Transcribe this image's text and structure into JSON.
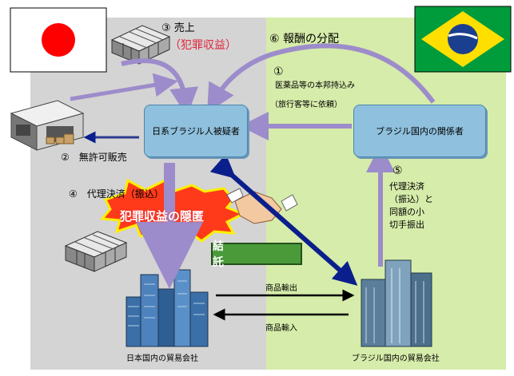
{
  "steps": {
    "step1_num": "①",
    "step1_line1": "医薬品等の本邦持込み",
    "step1_line2": "（旅行客等に依頼）",
    "step2": "②　無許可販売",
    "step3_title": "③ 売上",
    "step3_sub": "（犯罪収益）",
    "step4": "④　代理決済（振込）",
    "step5_num": "⑤",
    "step5_lines": [
      "代理決済",
      "（振込）と",
      "同額の小",
      "切手振出"
    ],
    "step6": "⑥ 報酬の分配"
  },
  "boxes": {
    "suspect": "日系ブラジル人被疑者",
    "brazil_party": "ブラジル国内の関係者"
  },
  "labels": {
    "concealment": "犯罪収益の隠匿",
    "conspiracy": "結　託",
    "export": "商品輸出",
    "import": "商品輸入",
    "japan_company": "日本国内の貿易会社",
    "brazil_company": "ブラジル国内の貿易会社"
  },
  "colors": {
    "purple_arrow": "#9d8ccb",
    "navy_arrow": "#0a1f8c",
    "red_text": "#e0243b",
    "box_fill": "#8fc0dd",
    "panel_left": "#d4d4d4",
    "panel_right": "#d6ecaa",
    "plaque": "#4a9a3a"
  }
}
